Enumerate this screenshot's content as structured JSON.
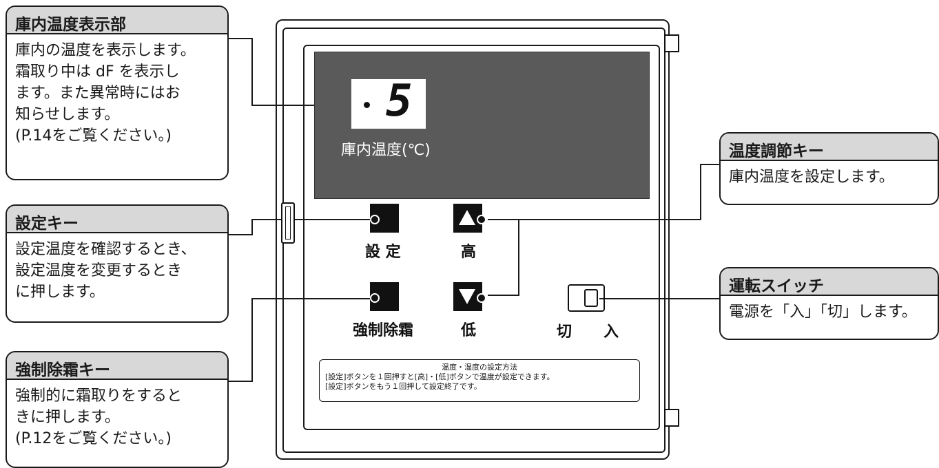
{
  "callouts": {
    "display": {
      "title": "庫内温度表示部",
      "body": "庫内の温度を表示します。\n霜取り中は dF を表示し\nます。また異常時にはお\n知らせします。\n(P.14をご覧ください。)"
    },
    "set_key": {
      "title": "設定キー",
      "body": "設定温度を確認するとき、\n設定温度を変更するとき\nに押します。"
    },
    "defrost_key": {
      "title": "強制除霜キー",
      "body": "強制的に霜取りをすると\nきに押します。\n(P.12をご覧ください。)"
    },
    "temp_key": {
      "title": "温度調節キー",
      "body": "庫内温度を設定します。"
    },
    "power_switch": {
      "title": "運転スイッチ",
      "body": "電源を「入」「切」します。"
    }
  },
  "panel": {
    "digit": "5",
    "display_label": "庫内温度(℃)",
    "set_label": "設 定",
    "high_label": "高",
    "defrost_label": "強制除霜",
    "low_label": "低",
    "off_label": "切",
    "on_label": "入"
  },
  "note": {
    "title": "温度・湿度の設定方法",
    "line1": "[設定]ボタンを１回押すと[高]・[低]ボタンで温度が設定できます。",
    "line2": "[設定]ボタンをもう１回押して設定終了です。"
  }
}
